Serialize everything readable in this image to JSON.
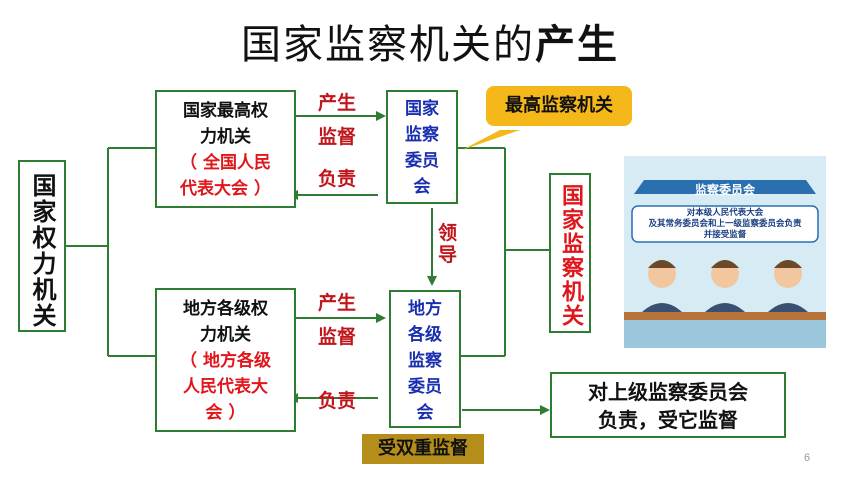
{
  "title": {
    "main": "国家监察机关的",
    "bold": "产生"
  },
  "left_box": "国家权力机关",
  "right_box": "国家监察机关",
  "national_power": {
    "line1": "国家最高权",
    "line2": "力机关",
    "sub1": "（ 全国人民",
    "sub2": "代表大会 ）"
  },
  "national_commission": {
    "lines": [
      "国家",
      "监察",
      "委员",
      "会"
    ]
  },
  "local_power": {
    "line1": "地方各级权",
    "line2": "力机关",
    "sub1": "（ 地方各级",
    "sub2": "人民代表大",
    "sub3": "会 ）"
  },
  "local_commission": {
    "lines": [
      "地方",
      "各级",
      "监察",
      "委员",
      "会"
    ]
  },
  "labels": {
    "produce_top": "产生",
    "supervise_top": "监督",
    "responsible_top": "负责",
    "lead": "领导",
    "produce_bottom": "产生",
    "supervise_bottom": "监督",
    "responsible_bottom": "负责"
  },
  "callout_top": "最高监察机关",
  "dual_supervision": "受双重监督",
  "upper_responsible": {
    "line1": "对上级监察委员会",
    "line2": "负责，受它监督"
  },
  "illustration": {
    "header": "监察委员会",
    "text1": "对本级人民代表大会",
    "text2": "及其常务委员会和上一级监察委员会负责",
    "text3": "并接受监督"
  },
  "page_number": "6",
  "colors": {
    "green": "#2e7d32",
    "red": "#e0161b",
    "blue": "#1a2fb0",
    "gold": "#f5b81a"
  }
}
